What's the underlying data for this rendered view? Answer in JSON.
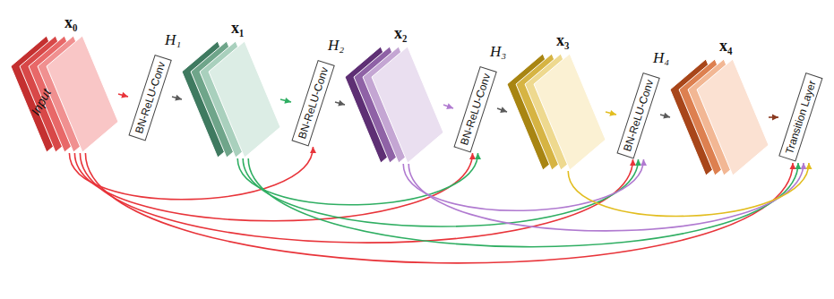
{
  "diagram": {
    "nodes": [
      {
        "text": [
          "Input",
          "x₀"
        ]
      },
      {
        "text": [
          "H₁",
          "BN-ReLU-Conv"
        ]
      },
      {
        "text": [
          "x₁"
        ]
      },
      {
        "text": [
          "H₂",
          "BN-ReLU-Conv"
        ]
      },
      {
        "text": [
          "x₂"
        ]
      },
      {
        "text": [
          "H₃",
          "BN-ReLU-Conv"
        ]
      },
      {
        "text": [
          "x₃"
        ]
      },
      {
        "text": [
          "H₄",
          "BN-ReLU-Conv"
        ]
      },
      {
        "text": [
          "x₄"
        ]
      },
      {
        "text": [
          "Transition Layer"
        ]
      }
    ],
    "edges": [
      {
        "from": 0,
        "to": 1,
        "arrow": "to"
      },
      {
        "from": 1,
        "to": 2,
        "arrow": "to"
      },
      {
        "from": 2,
        "to": 3,
        "arrow": "to"
      },
      {
        "from": 3,
        "to": 4,
        "arrow": "to"
      },
      {
        "from": 4,
        "to": 5,
        "arrow": "to"
      },
      {
        "from": 5,
        "to": 6,
        "arrow": "to"
      },
      {
        "from": 6,
        "to": 7,
        "arrow": "to"
      },
      {
        "from": 7,
        "to": 8,
        "arrow": "to"
      },
      {
        "from": 8,
        "to": 9,
        "arrow": "to"
      },
      {
        "from": 0,
        "to": 3,
        "arrow": "to"
      },
      {
        "from": 0,
        "to": 5,
        "arrow": "to"
      },
      {
        "from": 0,
        "to": 7,
        "arrow": "to"
      },
      {
        "from": 0,
        "to": 9,
        "arrow": "to"
      },
      {
        "from": 2,
        "to": 5,
        "arrow": "to"
      },
      {
        "from": 2,
        "to": 7,
        "arrow": "to"
      },
      {
        "from": 2,
        "to": 9,
        "arrow": "to"
      },
      {
        "from": 4,
        "to": 7,
        "arrow": "to"
      },
      {
        "from": 4,
        "to": 9,
        "arrow": "to"
      },
      {
        "from": 6,
        "to": 9,
        "arrow": "to"
      }
    ]
  }
}
